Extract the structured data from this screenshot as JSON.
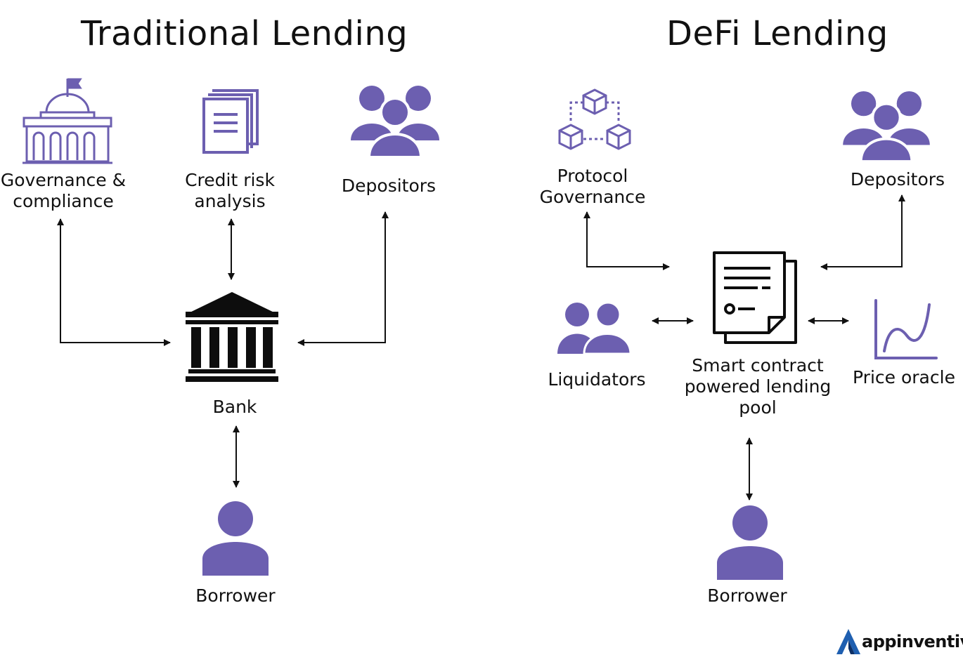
{
  "left": {
    "title": "Traditional Lending",
    "governance": [
      "Governance &",
      "compliance"
    ],
    "credit": [
      "Credit risk",
      "analysis"
    ],
    "depositors": "Depositors",
    "bank": "Bank",
    "borrower": "Borrower"
  },
  "right": {
    "title": "DeFi Lending",
    "protocol": [
      "Protocol",
      "Governance"
    ],
    "depositors": "Depositors",
    "liquidators": "Liquidators",
    "pool": [
      "Smart contract",
      "powered lending",
      "pool"
    ],
    "oracle": "Price oracle",
    "borrower": "Borrower"
  },
  "brand": {
    "name": "appinventiv"
  },
  "colors": {
    "icon_purple": "#6c5fb0",
    "arrow": "#111111"
  },
  "icons": [
    "building-icon",
    "documents-icon",
    "group-icon",
    "bank-icon",
    "user-icon",
    "blockchain-nodes-icon",
    "contract-icon",
    "pair-icon",
    "price-curve-icon"
  ]
}
